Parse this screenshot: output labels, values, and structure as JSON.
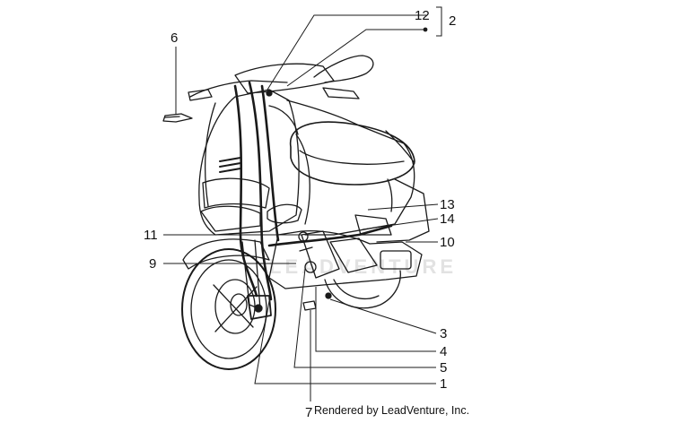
{
  "callouts": {
    "c1": "1",
    "c2": "2",
    "c3": "3",
    "c4": "4",
    "c5": "5",
    "c6": "6",
    "c7": "7",
    "c9": "9",
    "c10": "10",
    "c11": "11",
    "c12": "12",
    "c13": "13",
    "c14": "14"
  },
  "watermark": "LEADVENTURE",
  "credit": "Rendered by LeadVenture, Inc."
}
